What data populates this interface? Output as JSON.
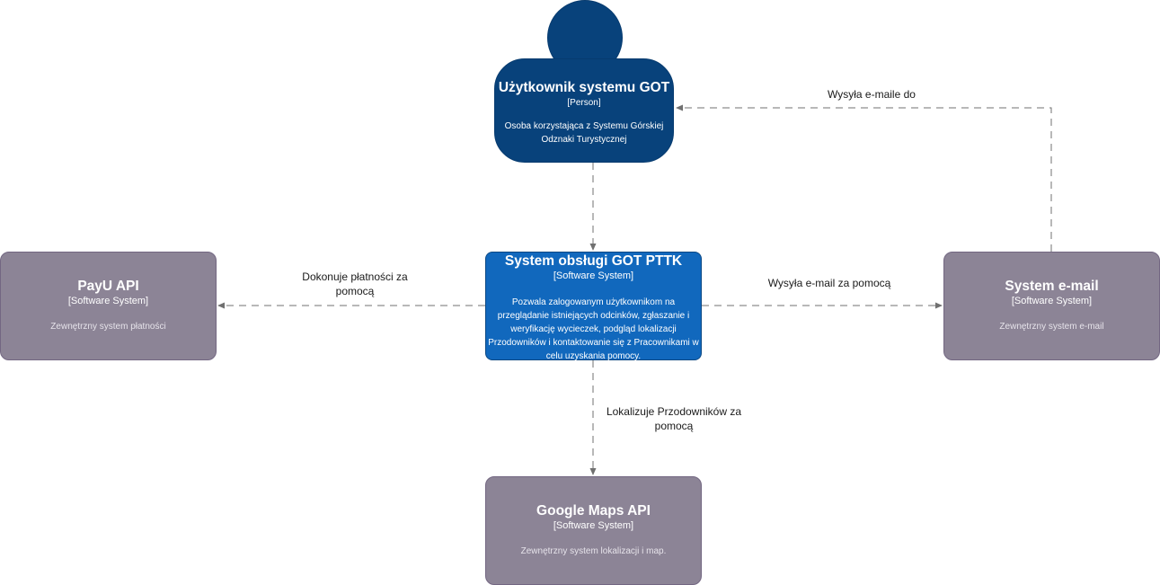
{
  "person": {
    "name": "Użytkownik systemu GOT",
    "type": "[Person]",
    "description": "Osoba korzystająca z Systemu Górskiej Odznaki Turystycznej",
    "color": "#08427b"
  },
  "system": {
    "name": "System obsługi GOT PTTK",
    "type": "[Software System]",
    "description": "Pozwala zalogowanym użytkownikom na przeglądanie istniejących odcinków, zgłaszanie i weryfikację wycieczek, podgląd lokalizacji Przodowników i kontaktowanie się z Pracownikami w celu uzyskania pomocy.",
    "color": "#1168bd"
  },
  "external": {
    "payu": {
      "name": "PayU API",
      "type": "[Software System]",
      "description": "Zewnętrzny system płatności"
    },
    "email": {
      "name": "System e-mail",
      "type": "[Software System]",
      "description": "Zewnętrzny system e-mail"
    },
    "maps": {
      "name": "Google Maps API",
      "type": "[Software System]",
      "description": "Zewnętrzny system lokalizacji i map."
    },
    "color": "#8c8496"
  },
  "relations": {
    "payments": "Dokonuje płatności za pomocą",
    "send_email": "Wysyła e-mail za pomocą",
    "sends_emails_to": "Wysyła e-maile do",
    "locate": "Lokalizuje Przodowników za pomocą"
  }
}
